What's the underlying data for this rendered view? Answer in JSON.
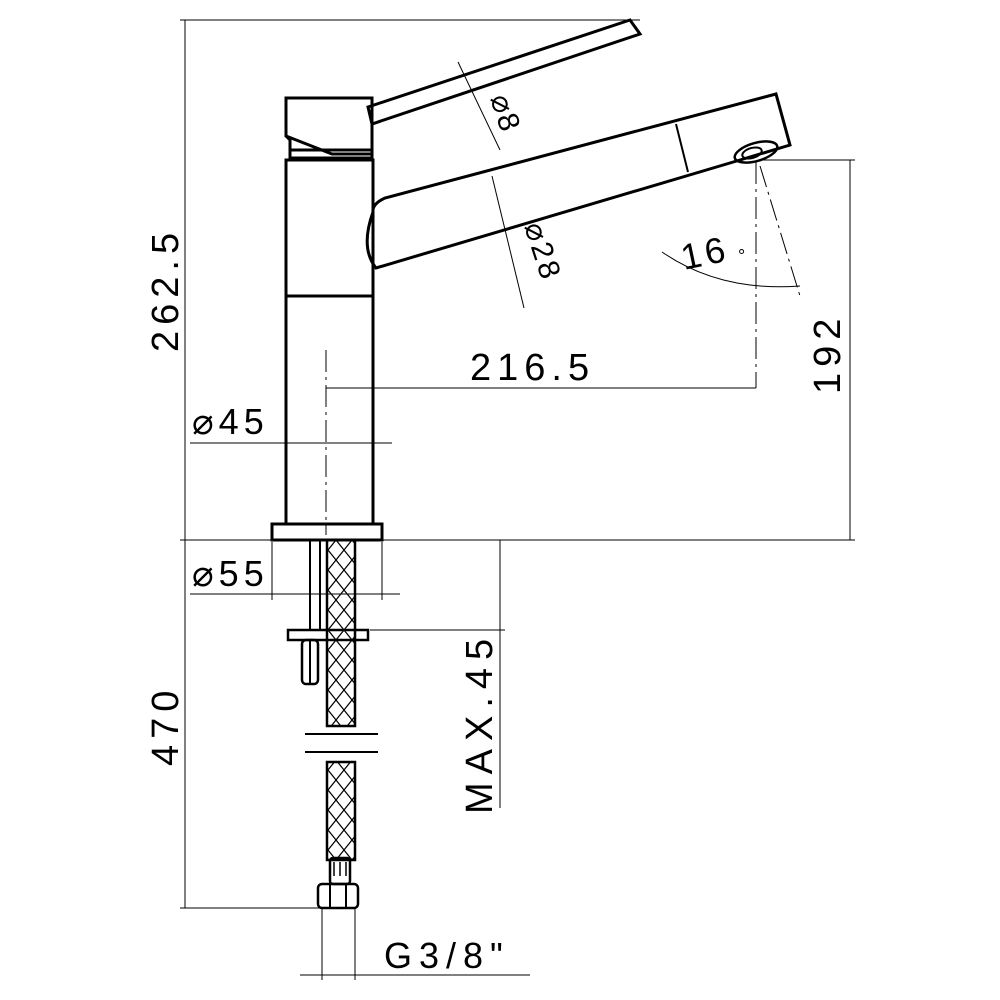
{
  "drawing": {
    "dimensions": {
      "total_height": "262.5",
      "spout_reach": "216.5",
      "spout_height": "192",
      "body_diameter": "⌀45",
      "base_diameter": "⌀55",
      "hose_length": "470",
      "max_deck_thickness": "MAX.45",
      "connection_thread": "G3/8\"",
      "lever_diameter": "⌀8",
      "spout_diameter": "⌀28",
      "spout_angle": "16",
      "degree_symbol": "°"
    }
  }
}
